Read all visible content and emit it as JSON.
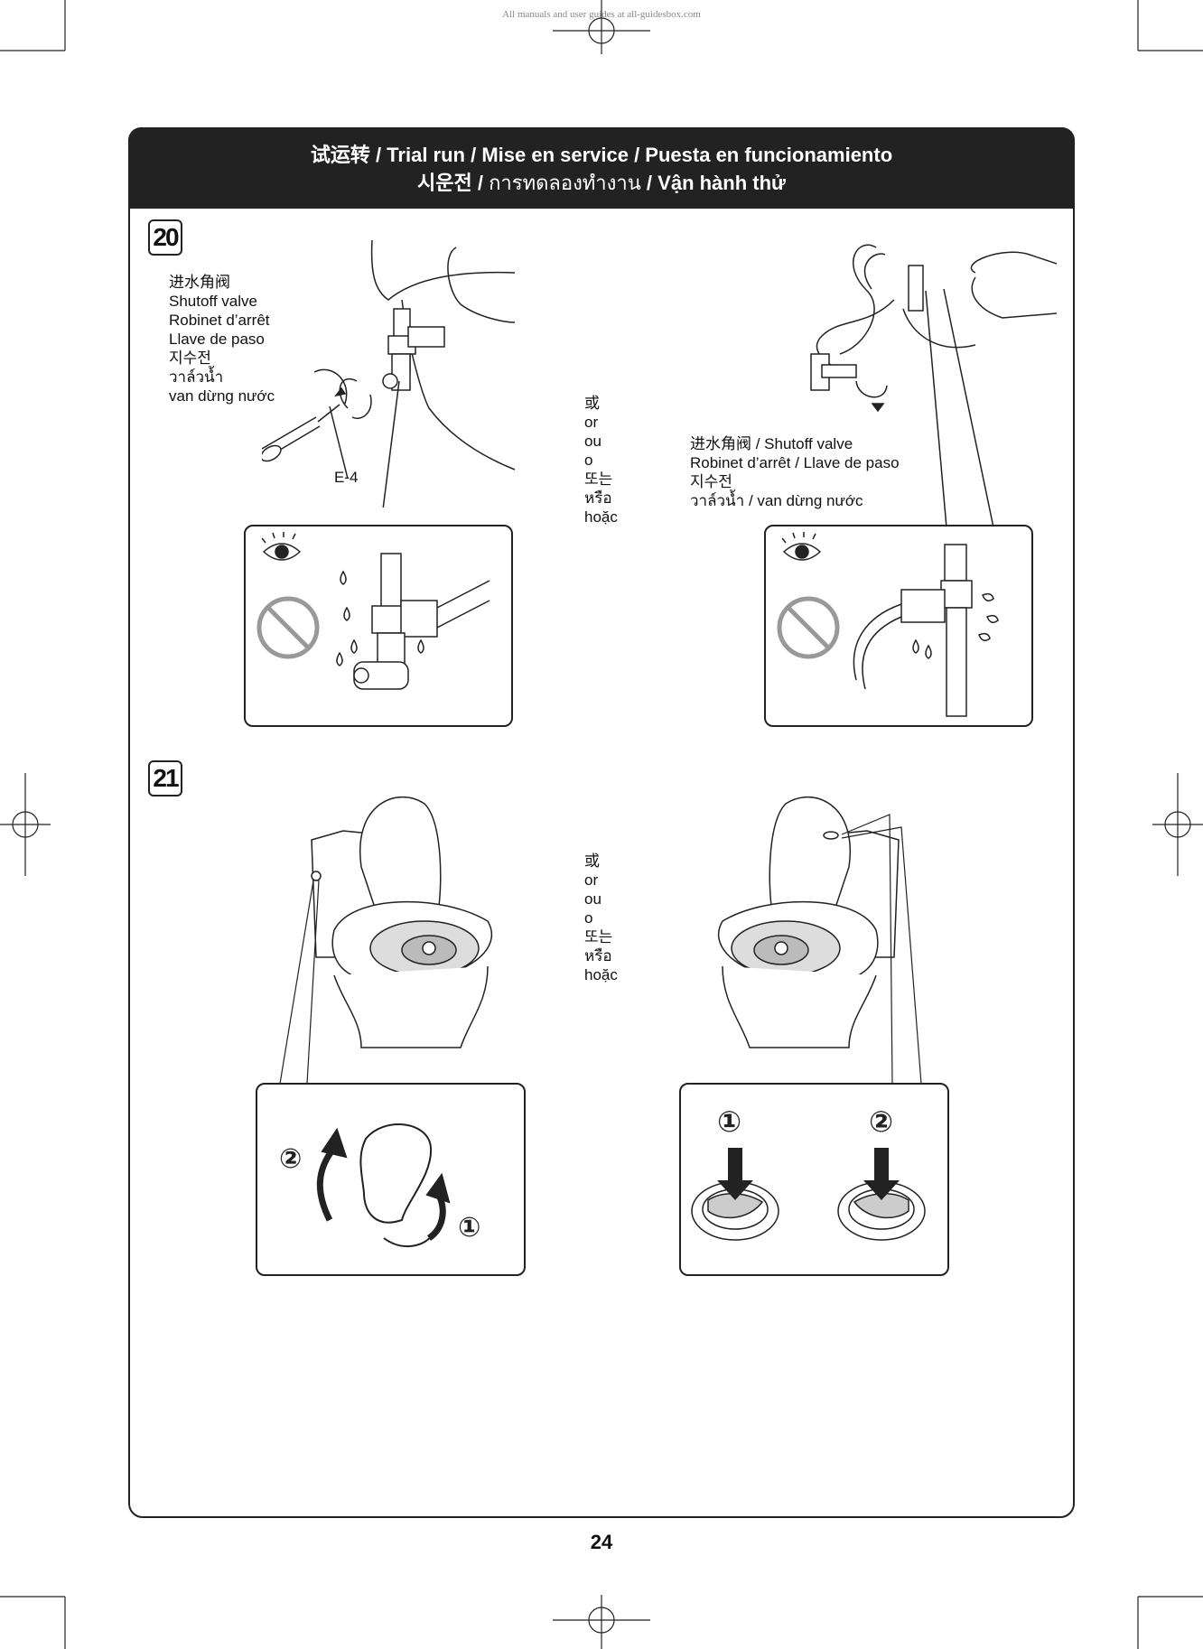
{
  "watermark": "All manuals and user guides at all-guidesbox.com",
  "header": {
    "line1": "试运转 / Trial run / Mise en service / Puesta en funcionamiento",
    "line2_bold1": "시운전",
    "line2_sep1": " / ",
    "line2_thai": "การทดลองทำงาน",
    "line2_sep2": " / ",
    "line2_bold2": "Vận hành thử"
  },
  "step20": {
    "number": "20",
    "left_valve_label": [
      "进水角阀",
      "Shutoff valve",
      "Robinet d’arrêt",
      "Llave de paso",
      "지수전",
      "วาล์วน้ำ",
      "van dừng nước"
    ],
    "tool_label": "E-4",
    "or_words": [
      "或",
      "or",
      "ou",
      "o",
      "또는",
      "หรือ",
      "hoặc"
    ],
    "right_valve_label": [
      "进水角阀 / Shutoff valve",
      "Robinet d’arrêt / Llave de paso",
      "지수전",
      "วาล์วน้ำ / van dừng nước"
    ]
  },
  "step21": {
    "number": "21",
    "or_words": [
      "或",
      "or",
      "ou",
      "o",
      "또는",
      "หรือ",
      "hoặc"
    ],
    "lever_marks": [
      "②",
      "①"
    ],
    "button_marks": [
      "①",
      "②"
    ]
  },
  "page_number": "24",
  "colors": {
    "header_bg": "#222222",
    "line": "#222222",
    "prohibit": "#999999"
  }
}
